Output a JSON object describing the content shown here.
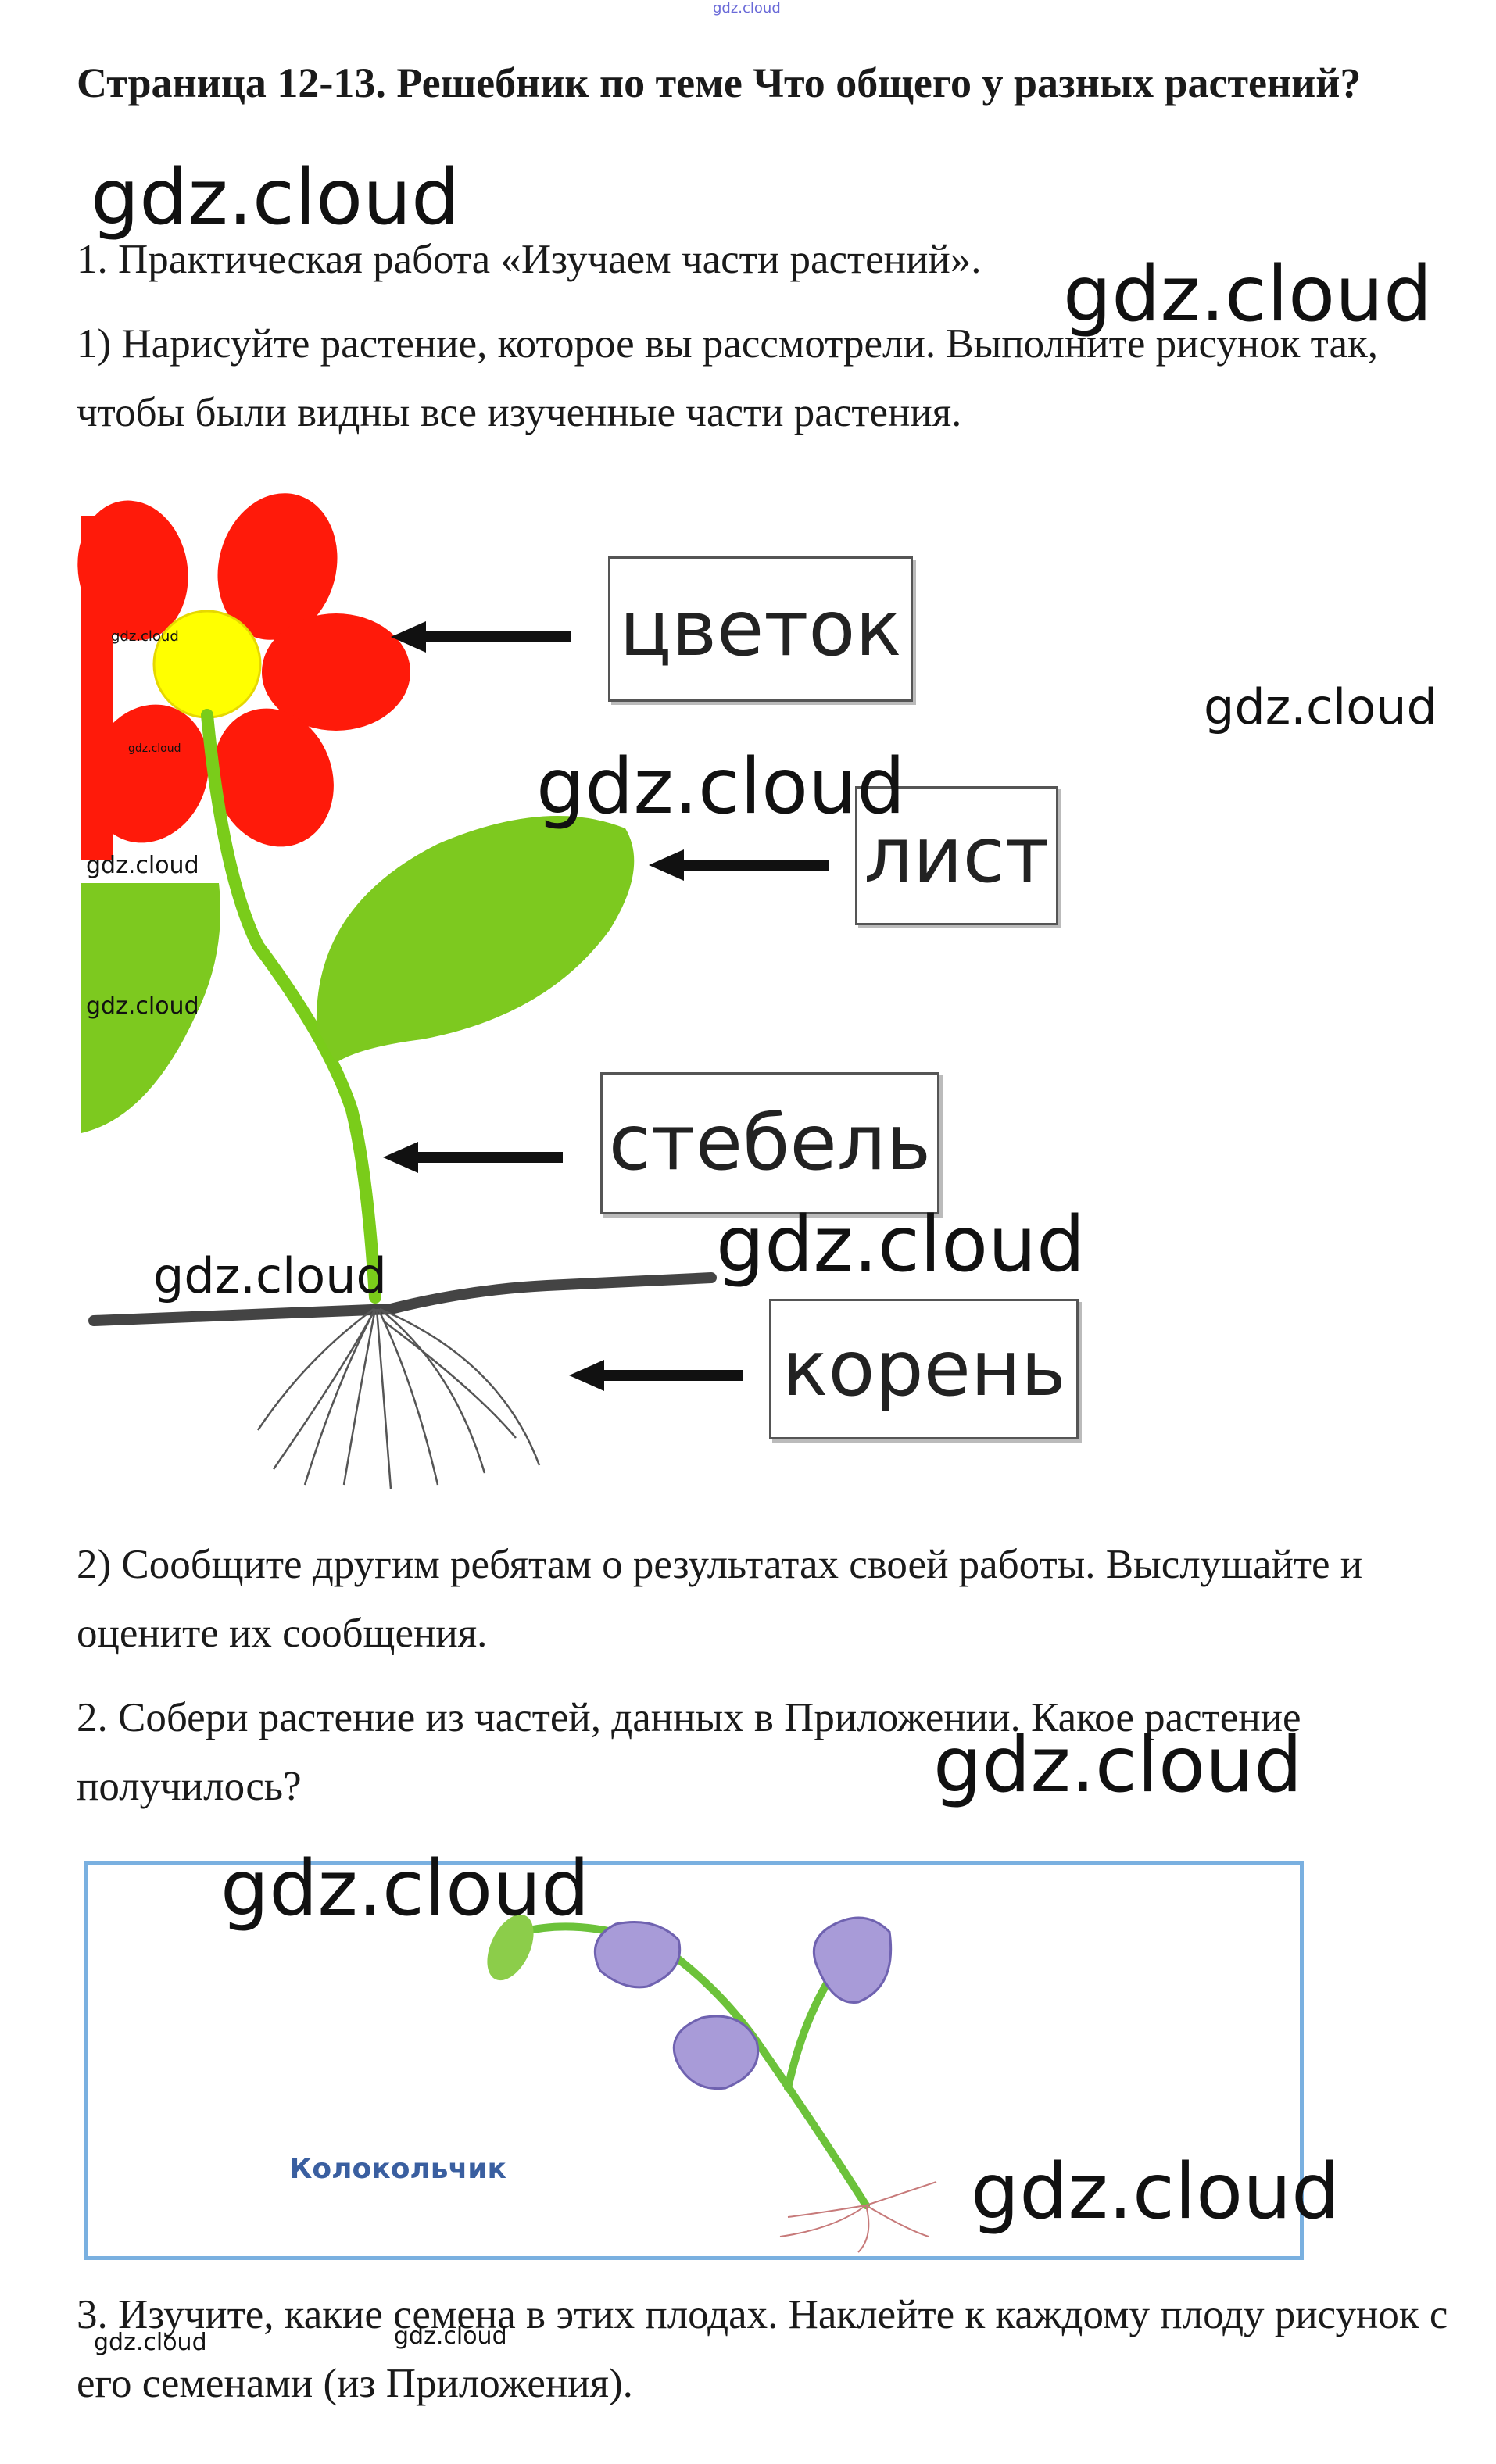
{
  "header": {
    "top_watermark": "gdz.cloud",
    "title": "Страница 12-13. Решебник по теме Что общего у разных растений?"
  },
  "task1": {
    "heading": "1. Практическая работа «Изучаем части растений».",
    "sub1": "1) Нарисуйте растение, которое вы рассмотрели. Выполните рисунок так, чтобы были видны все изученные части растения.",
    "labels": {
      "flower": "цветок",
      "leaf": "лист",
      "stem": "стебель",
      "root": "корень"
    },
    "sub2": "2) Сообщите другим ребятам о результатах своей работы. Выслушайте и оцените их сообщения."
  },
  "task2": {
    "text": "2. Собери растение из частей, данных в Приложении. Какое растение получилось?",
    "caption": "Колокольчик"
  },
  "task3": {
    "text": "3. Изучите, какие семена в этих плодах. Наклейте к каждому плоду рисунок с его семенами (из Приложения)."
  },
  "watermark": "gdz.cloud",
  "colors": {
    "petal": "#ff1a0a",
    "flower_center": "#ffff00",
    "stem": "#7acc1a",
    "leaf": "#7dc91f",
    "soil_line": "#444444",
    "bell_flower": "#a89bd8",
    "frame_border": "#7ab0e0",
    "caption": "#3a5fa0"
  }
}
